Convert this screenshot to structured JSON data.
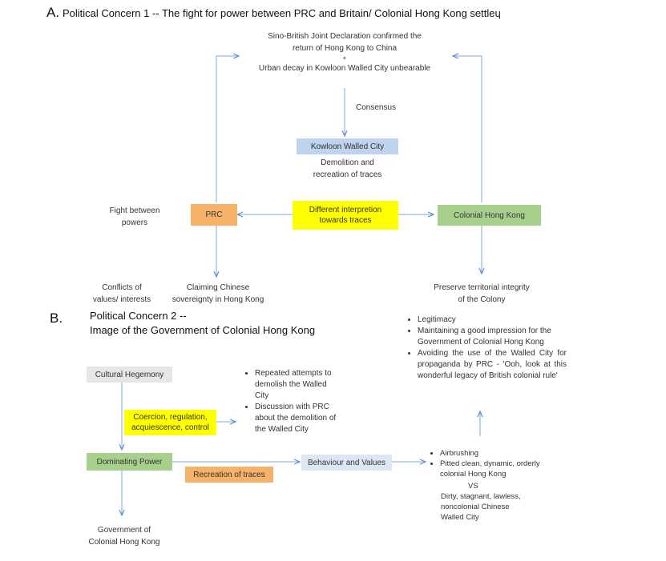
{
  "colors": {
    "blue": "#bdd3ee",
    "light_blue": "#dde7f4",
    "orange": "#f7b26a",
    "yellow": "#ffff00",
    "green": "#a8d08d",
    "gray": "#e6e6e6",
    "arrow": "#5b8fd6"
  },
  "sectionA": {
    "letter": "A.",
    "title": "Political Concern 1 -- The fight for power between PRC and Britain/ Colonial Hong Kong settle",
    "top_line1": "Sino-British Joint Declaration confirmed the",
    "top_line2": "return of Hong Kong to China",
    "plus": "+",
    "top_line3": "Urban decay in Kowloon Walled City unbearable",
    "consensus": "Consensus",
    "kwc": "Kowloon Walled City",
    "demolition1": "Demolition and",
    "demolition2": "recreation of traces",
    "interp1": "Different interpretion",
    "interp2": "towards traces",
    "prc": "PRC",
    "colonial": "Colonial Hong Kong",
    "fight1": "Fight between",
    "fight2": "powers",
    "conflicts1": "Conflicts of",
    "conflicts2": "values/ interests",
    "claiming1": "Claiming Chinese",
    "claiming2": "sovereignty in Hong Kong",
    "preserve1": "Preserve territorial integrity",
    "preserve2": "of the Colony"
  },
  "sectionB": {
    "letter": "B.",
    "title1": "Political Concern 2 --",
    "title2": "Image of the Government of Colonial Hong Kong",
    "cultural": "Cultural Hegemony",
    "coercion1": "Coercion, regulation,",
    "coercion2": "acquiescence, control",
    "dominating": "Dominating Power",
    "recreation": "Recreation of traces",
    "behaviour": "Behaviour and Values",
    "gov1": "Government of",
    "gov2": "Colonial Hong Kong",
    "attempts": [
      "Repeated attempts to demolish the Walled City",
      "Discussion with PRC about the demolition of the Walled City"
    ],
    "legitimacy": [
      "Legitimacy",
      "Maintaining a good impression for the Government of Colonial Hong Kong",
      "Avoiding the use of the Walled City for propaganda by PRC - 'Ooh, look at this wonderful legacy of British colonial rule'"
    ],
    "airbrushing": [
      "Airbrushing",
      "Pitted clean, dynamic, orderly colonial Hong Kong"
    ],
    "vs": "VS",
    "dirty1": "Dirty, stagnant, lawless,",
    "dirty2": "noncolonial Chinese",
    "dirty3": "Walled City"
  }
}
